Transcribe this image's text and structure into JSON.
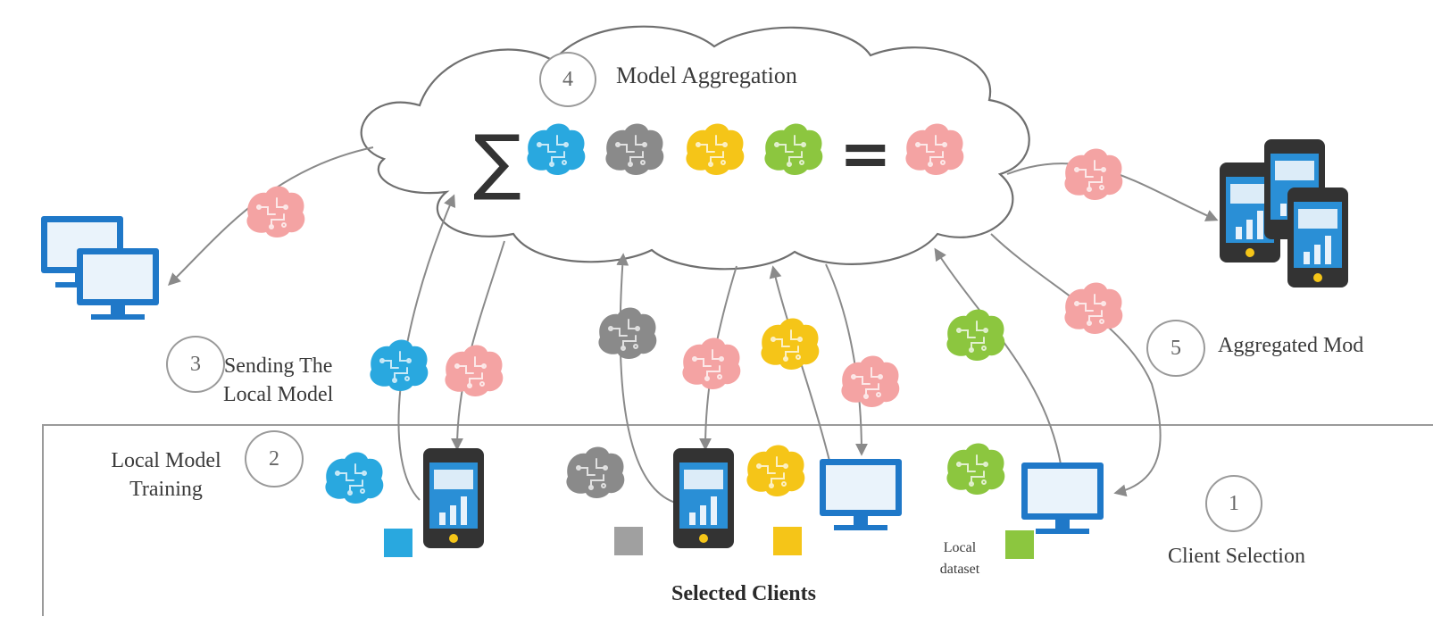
{
  "steps": {
    "client_selection": {
      "number": "1",
      "label": "Client Selection"
    },
    "local_training": {
      "number": "2",
      "label_line1": "Local Model",
      "label_line2": "Training"
    },
    "sending": {
      "number": "3",
      "label_line1": "Sending The",
      "label_line2": "Local Model"
    },
    "aggregation": {
      "number": "4",
      "label": "Model Aggregation"
    },
    "aggregated": {
      "number": "5",
      "label": "Aggregated Mod"
    }
  },
  "selected_clients_label": "Selected Clients",
  "local_dataset_label_line1": "Local",
  "local_dataset_label_line2": "dataset",
  "aggregation_formula": {
    "sum_symbol": "∑",
    "equals_symbol": "="
  },
  "colors": {
    "blue": "#29a8df",
    "gray": "#8a8a8a",
    "yellow": "#f5c518",
    "green": "#8cc63f",
    "pink": "#f4a3a3",
    "device_blue": "#1f78c8",
    "phone_dark": "#333333",
    "arrow": "#8a8a8a"
  },
  "icons": [
    "brain-icon",
    "phone-icon",
    "monitor-icon",
    "dataset-square-icon"
  ]
}
